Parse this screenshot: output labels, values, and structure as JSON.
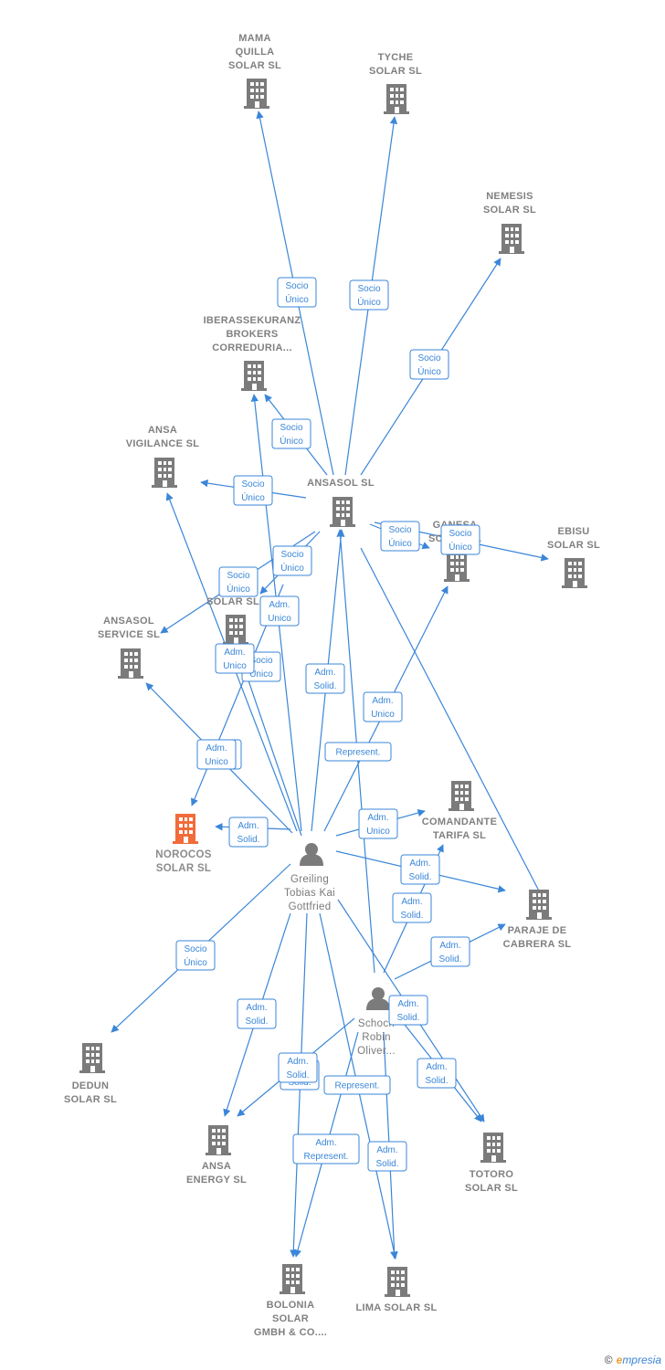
{
  "nodes": [
    {
      "id": "mama",
      "kind": "company",
      "lines": [
        "MAMA",
        "QUILLA",
        "SOLAR  SL"
      ]
    },
    {
      "id": "tyche",
      "kind": "company",
      "lines": [
        "TYCHE",
        "SOLAR  SL"
      ]
    },
    {
      "id": "nemesis",
      "kind": "company",
      "lines": [
        "NEMESIS",
        "SOLAR  SL"
      ]
    },
    {
      "id": "iberas",
      "kind": "company",
      "lines": [
        "IBERASSEKURANZ",
        "BROKERS",
        "CORREDURIA..."
      ]
    },
    {
      "id": "ansavig",
      "kind": "company",
      "lines": [
        "ANSA",
        "VIGILANCE  SL"
      ]
    },
    {
      "id": "ansasol",
      "kind": "company",
      "lines": [
        "ANSASOL SL"
      ]
    },
    {
      "id": "ganesa",
      "kind": "company",
      "lines": [
        "GANESA",
        "SOLAR  SL"
      ]
    },
    {
      "id": "ebisu",
      "kind": "company",
      "lines": [
        "EBISU",
        "SOLAR  SL"
      ]
    },
    {
      "id": "midsolar",
      "kind": "company",
      "lines": [
        "SOLAR  SL"
      ]
    },
    {
      "id": "ansaserv",
      "kind": "company",
      "lines": [
        "ANSASOL",
        "SERVICE  SL"
      ]
    },
    {
      "id": "norocos",
      "kind": "focus",
      "lines": [
        "NOROCOS",
        "SOLAR  SL"
      ]
    },
    {
      "id": "comandante",
      "kind": "company",
      "lines": [
        "COMANDANTE",
        "TARIFA  SL"
      ]
    },
    {
      "id": "greiling",
      "kind": "person",
      "lines": [
        "Greiling",
        "Tobias Kai",
        "Gottfried"
      ]
    },
    {
      "id": "paraje",
      "kind": "company",
      "lines": [
        "PARAJE DE",
        "CABRERA SL"
      ]
    },
    {
      "id": "schoch",
      "kind": "person",
      "lines": [
        "Schoch",
        "Robin",
        "Oliver..."
      ]
    },
    {
      "id": "dedun",
      "kind": "company",
      "lines": [
        "DEDUN",
        "SOLAR  SL"
      ]
    },
    {
      "id": "ansaenergy",
      "kind": "company",
      "lines": [
        "ANSA",
        "ENERGY SL"
      ]
    },
    {
      "id": "totoro",
      "kind": "company",
      "lines": [
        "TOTORO",
        "SOLAR SL"
      ]
    },
    {
      "id": "bolonia",
      "kind": "company",
      "lines": [
        "BOLONIA",
        "SOLAR",
        "GMBH & CO...."
      ]
    },
    {
      "id": "lima",
      "kind": "company",
      "lines": [
        "LIMA SOLAR SL"
      ]
    }
  ],
  "edges": [
    {
      "from": "ansasol",
      "to": "mama",
      "label": [
        "Socio",
        "Único"
      ]
    },
    {
      "from": "ansasol",
      "to": "tyche",
      "label": [
        "Socio",
        "Único"
      ]
    },
    {
      "from": "ansasol",
      "to": "nemesis",
      "label": [
        "Socio",
        "Único"
      ]
    },
    {
      "from": "ansasol",
      "to": "iberas",
      "label": [
        "Socio",
        "Único"
      ]
    },
    {
      "from": "ansasol",
      "to": "ansavig",
      "label": [
        "Socio",
        "Único"
      ]
    },
    {
      "from": "ansasol",
      "to": "ganesa",
      "label": [
        "Socio",
        "Único"
      ]
    },
    {
      "from": "ansasol",
      "to": "ebisu",
      "label": [
        "Socio",
        "Único"
      ]
    },
    {
      "from": "ansasol",
      "to": "midsolar",
      "label": [
        "Socio",
        "Único"
      ]
    },
    {
      "from": "ansasol",
      "to": "ansaserv",
      "label": [
        "Socio",
        "Único"
      ]
    },
    {
      "from": "ansasol",
      "to": "norocos",
      "label": [
        "Socio",
        "Único"
      ]
    },
    {
      "from": "ansasol",
      "to": "paraje",
      "label": [
        "Socio",
        "Único"
      ]
    },
    {
      "from": "greiling",
      "to": "dedun",
      "label": [
        "Socio",
        "Único"
      ]
    },
    {
      "from": "greiling",
      "to": "ansasol",
      "label": [
        "Adm.",
        "Solid."
      ]
    },
    {
      "from": "greiling",
      "to": "iberas",
      "label": [
        "Adm.",
        "Unico"
      ]
    },
    {
      "from": "greiling",
      "to": "ansavig",
      "label": [
        "Adm.",
        "Unico"
      ]
    },
    {
      "from": "greiling",
      "to": "midsolar",
      "label": [
        "Adm.",
        "Unico"
      ]
    },
    {
      "from": "greiling",
      "to": "ganesa",
      "label": [
        "Adm.",
        "Unico"
      ]
    },
    {
      "from": "greiling",
      "to": "ansaserv",
      "label": [
        "Adm.",
        "Solid."
      ]
    },
    {
      "from": "greiling",
      "to": "norocos",
      "label": [
        "Adm.",
        "Unico"
      ]
    },
    {
      "from": "greiling",
      "to": "comandante",
      "label": [
        "Adm.",
        "Solid."
      ]
    },
    {
      "from": "greiling",
      "to": "paraje",
      "label": [
        "Adm.",
        "Solid."
      ]
    },
    {
      "from": "greiling",
      "to": "ansaenergy",
      "label": [
        "Adm.",
        "Solid."
      ]
    },
    {
      "from": "greiling",
      "to": "lima",
      "label": [
        "Adm.",
        "Solid."
      ]
    },
    {
      "from": "greiling",
      "to": "totoro",
      "label": [
        "Adm.",
        "Solid."
      ]
    },
    {
      "from": "greiling",
      "to": "bolonia",
      "label": [
        "Represent."
      ]
    },
    {
      "from": "schoch",
      "to": "ansasol",
      "label": [
        "Adm.",
        "Solid."
      ]
    },
    {
      "from": "schoch",
      "to": "comandante",
      "label": [
        "Adm.",
        "Solid."
      ]
    },
    {
      "from": "schoch",
      "to": "paraje",
      "label": [
        "Adm.",
        "Solid."
      ]
    },
    {
      "from": "schoch",
      "to": "totoro",
      "label": [
        "Adm.",
        "Solid."
      ]
    },
    {
      "from": "schoch",
      "to": "ansaenergy",
      "label": [
        "Adm.",
        "Represent."
      ]
    },
    {
      "from": "schoch",
      "to": "bolonia",
      "label": [
        "Represent."
      ]
    },
    {
      "from": "schoch",
      "to": "lima",
      "label": [
        "Adm.",
        "Solid."
      ]
    }
  ],
  "footer": {
    "copyright": "©",
    "brand_initial": "e",
    "brand_rest": "mpresia"
  },
  "colors": {
    "edge": "#3a86d8",
    "company": "#7b7b7b",
    "focus": "#f26b3a",
    "person": "#7b7b7b",
    "label": "#808080"
  }
}
